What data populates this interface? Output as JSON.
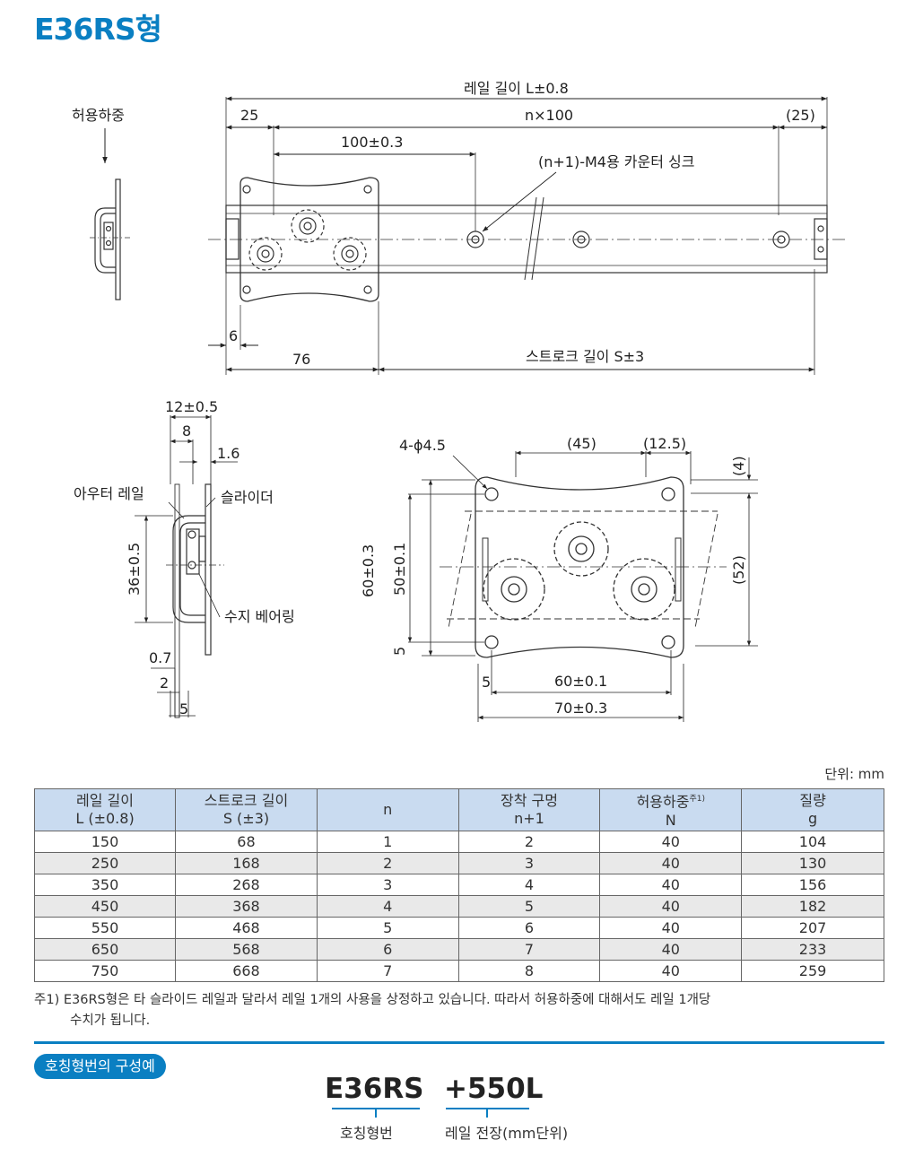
{
  "page_title": "E36RS형",
  "drawing": {
    "load_label": "허용하중",
    "rail_length": "레일 길이 L±0.8",
    "dim_25": "25",
    "dim_nx100": "n×100",
    "dim_25p": "(25)",
    "dim_100": "100±0.3",
    "countersink": "(n+1)-M4용 카운터 싱크",
    "dim_6": "6",
    "dim_76": "76",
    "stroke": "스트로크 길이 S±3",
    "dim_12": "12±0.5",
    "dim_8": "8",
    "dim_16": "1.6",
    "outer_rail": "아우터 레일",
    "slider": "슬라이더",
    "dim_36": "36±0.5",
    "resin_bearing": "수지 베어링",
    "dim_07": "0.7",
    "dim_2": "2",
    "dim_5": "5",
    "holes": "4-ϕ4.5",
    "dim_45": "(45)",
    "dim_125": "(12.5)",
    "dim_4": "(4)",
    "dim_60": "60±0.3",
    "dim_50": "50±0.1",
    "dim_52": "(52)",
    "dim_5b": "5",
    "dim_5c": "5",
    "dim_60b": "60±0.1",
    "dim_70": "70±0.3"
  },
  "unit_label": "단위: mm",
  "table": {
    "headers": [
      {
        "l1": "레일 길이",
        "l2": "L (±0.8)"
      },
      {
        "l1": "스트로크 길이",
        "l2": "S (±3)"
      },
      {
        "l1": "n",
        "l2": ""
      },
      {
        "l1": "장착 구멍",
        "l2": "n+1"
      },
      {
        "l1": "허용하중",
        "sup": "주1)",
        "l2": "N"
      },
      {
        "l1": "질량",
        "l2": "g"
      }
    ],
    "rows": [
      [
        "150",
        "68",
        "1",
        "2",
        "40",
        "104"
      ],
      [
        "250",
        "168",
        "2",
        "3",
        "40",
        "130"
      ],
      [
        "350",
        "268",
        "3",
        "4",
        "40",
        "156"
      ],
      [
        "450",
        "368",
        "4",
        "5",
        "40",
        "182"
      ],
      [
        "550",
        "468",
        "5",
        "6",
        "40",
        "207"
      ],
      [
        "650",
        "568",
        "6",
        "7",
        "40",
        "233"
      ],
      [
        "750",
        "668",
        "7",
        "8",
        "40",
        "259"
      ]
    ]
  },
  "note": {
    "line1": "주1) E36RS형은 타 슬라이드 레일과 달라서 레일 1개의 사용을 상정하고 있습니다. 따라서 허용하중에 대해서도 레일 1개당",
    "line2": "수치가 됩니다."
  },
  "example": {
    "pill": "호칭형번의 구성예",
    "code1": "E36RS",
    "code2": "+550L",
    "label1": "호칭형번",
    "label2": "레일 전장(mm단위)"
  },
  "colors": {
    "accent": "#0a7fc2",
    "header_bg": "#c9dbf0"
  }
}
